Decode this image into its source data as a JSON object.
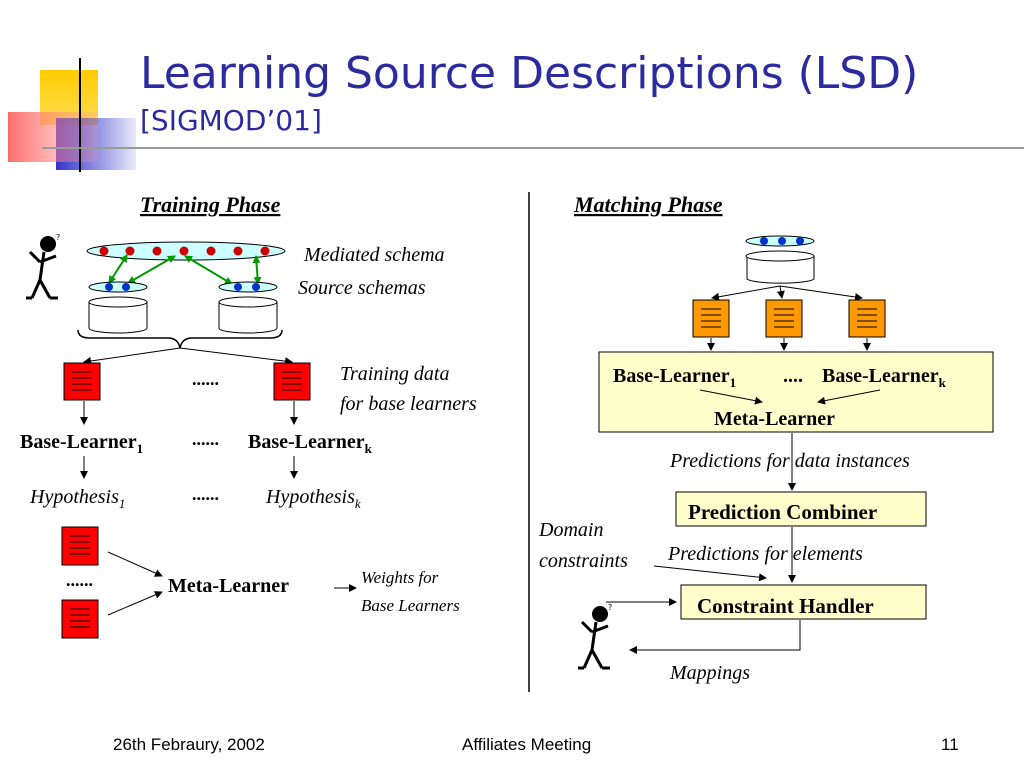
{
  "slide": {
    "title": "Learning Source Descriptions (LSD)",
    "subtitle": "[SIGMOD’01]"
  },
  "training": {
    "heading": "Training Phase",
    "mediated_label": "Mediated schema",
    "source_label": "Source schemas",
    "training_data_line1": "Training data",
    "training_data_line2": "for base learners",
    "dots": "......",
    "base_learner": "Base-Learner",
    "sub_1": "1",
    "sub_k": "k",
    "hypothesis": "Hypothesis",
    "meta_learner": "Meta-Learner",
    "weights_line1": "Weights for",
    "weights_line2": "Base Learners"
  },
  "matching": {
    "heading": "Matching Phase",
    "base_learner": "Base-Learner",
    "sub_1": "1",
    "sub_k": "k",
    "dots": "....",
    "meta_learner": "Meta-Learner",
    "predictions_instances": "Predictions for data instances",
    "prediction_combiner": "Prediction Combiner",
    "domain_line1": "Domain",
    "domain_line2": "constraints",
    "predictions_elements": "Predictions for elements",
    "constraint_handler": "Constraint Handler",
    "mappings": "Mappings"
  },
  "footer": {
    "date": "26th Febraury, 2002",
    "event": "Affiliates Meeting",
    "page": "11"
  },
  "colors": {
    "title": "#2b2b9f",
    "learner_red": "#ff0000",
    "learner_orange": "#ff9900",
    "panel_fill": "#ffffcc",
    "schema_fill": "#ccffff",
    "arrow_green": "#009900",
    "node_red": "#cc0000",
    "node_blue": "#0033cc"
  }
}
